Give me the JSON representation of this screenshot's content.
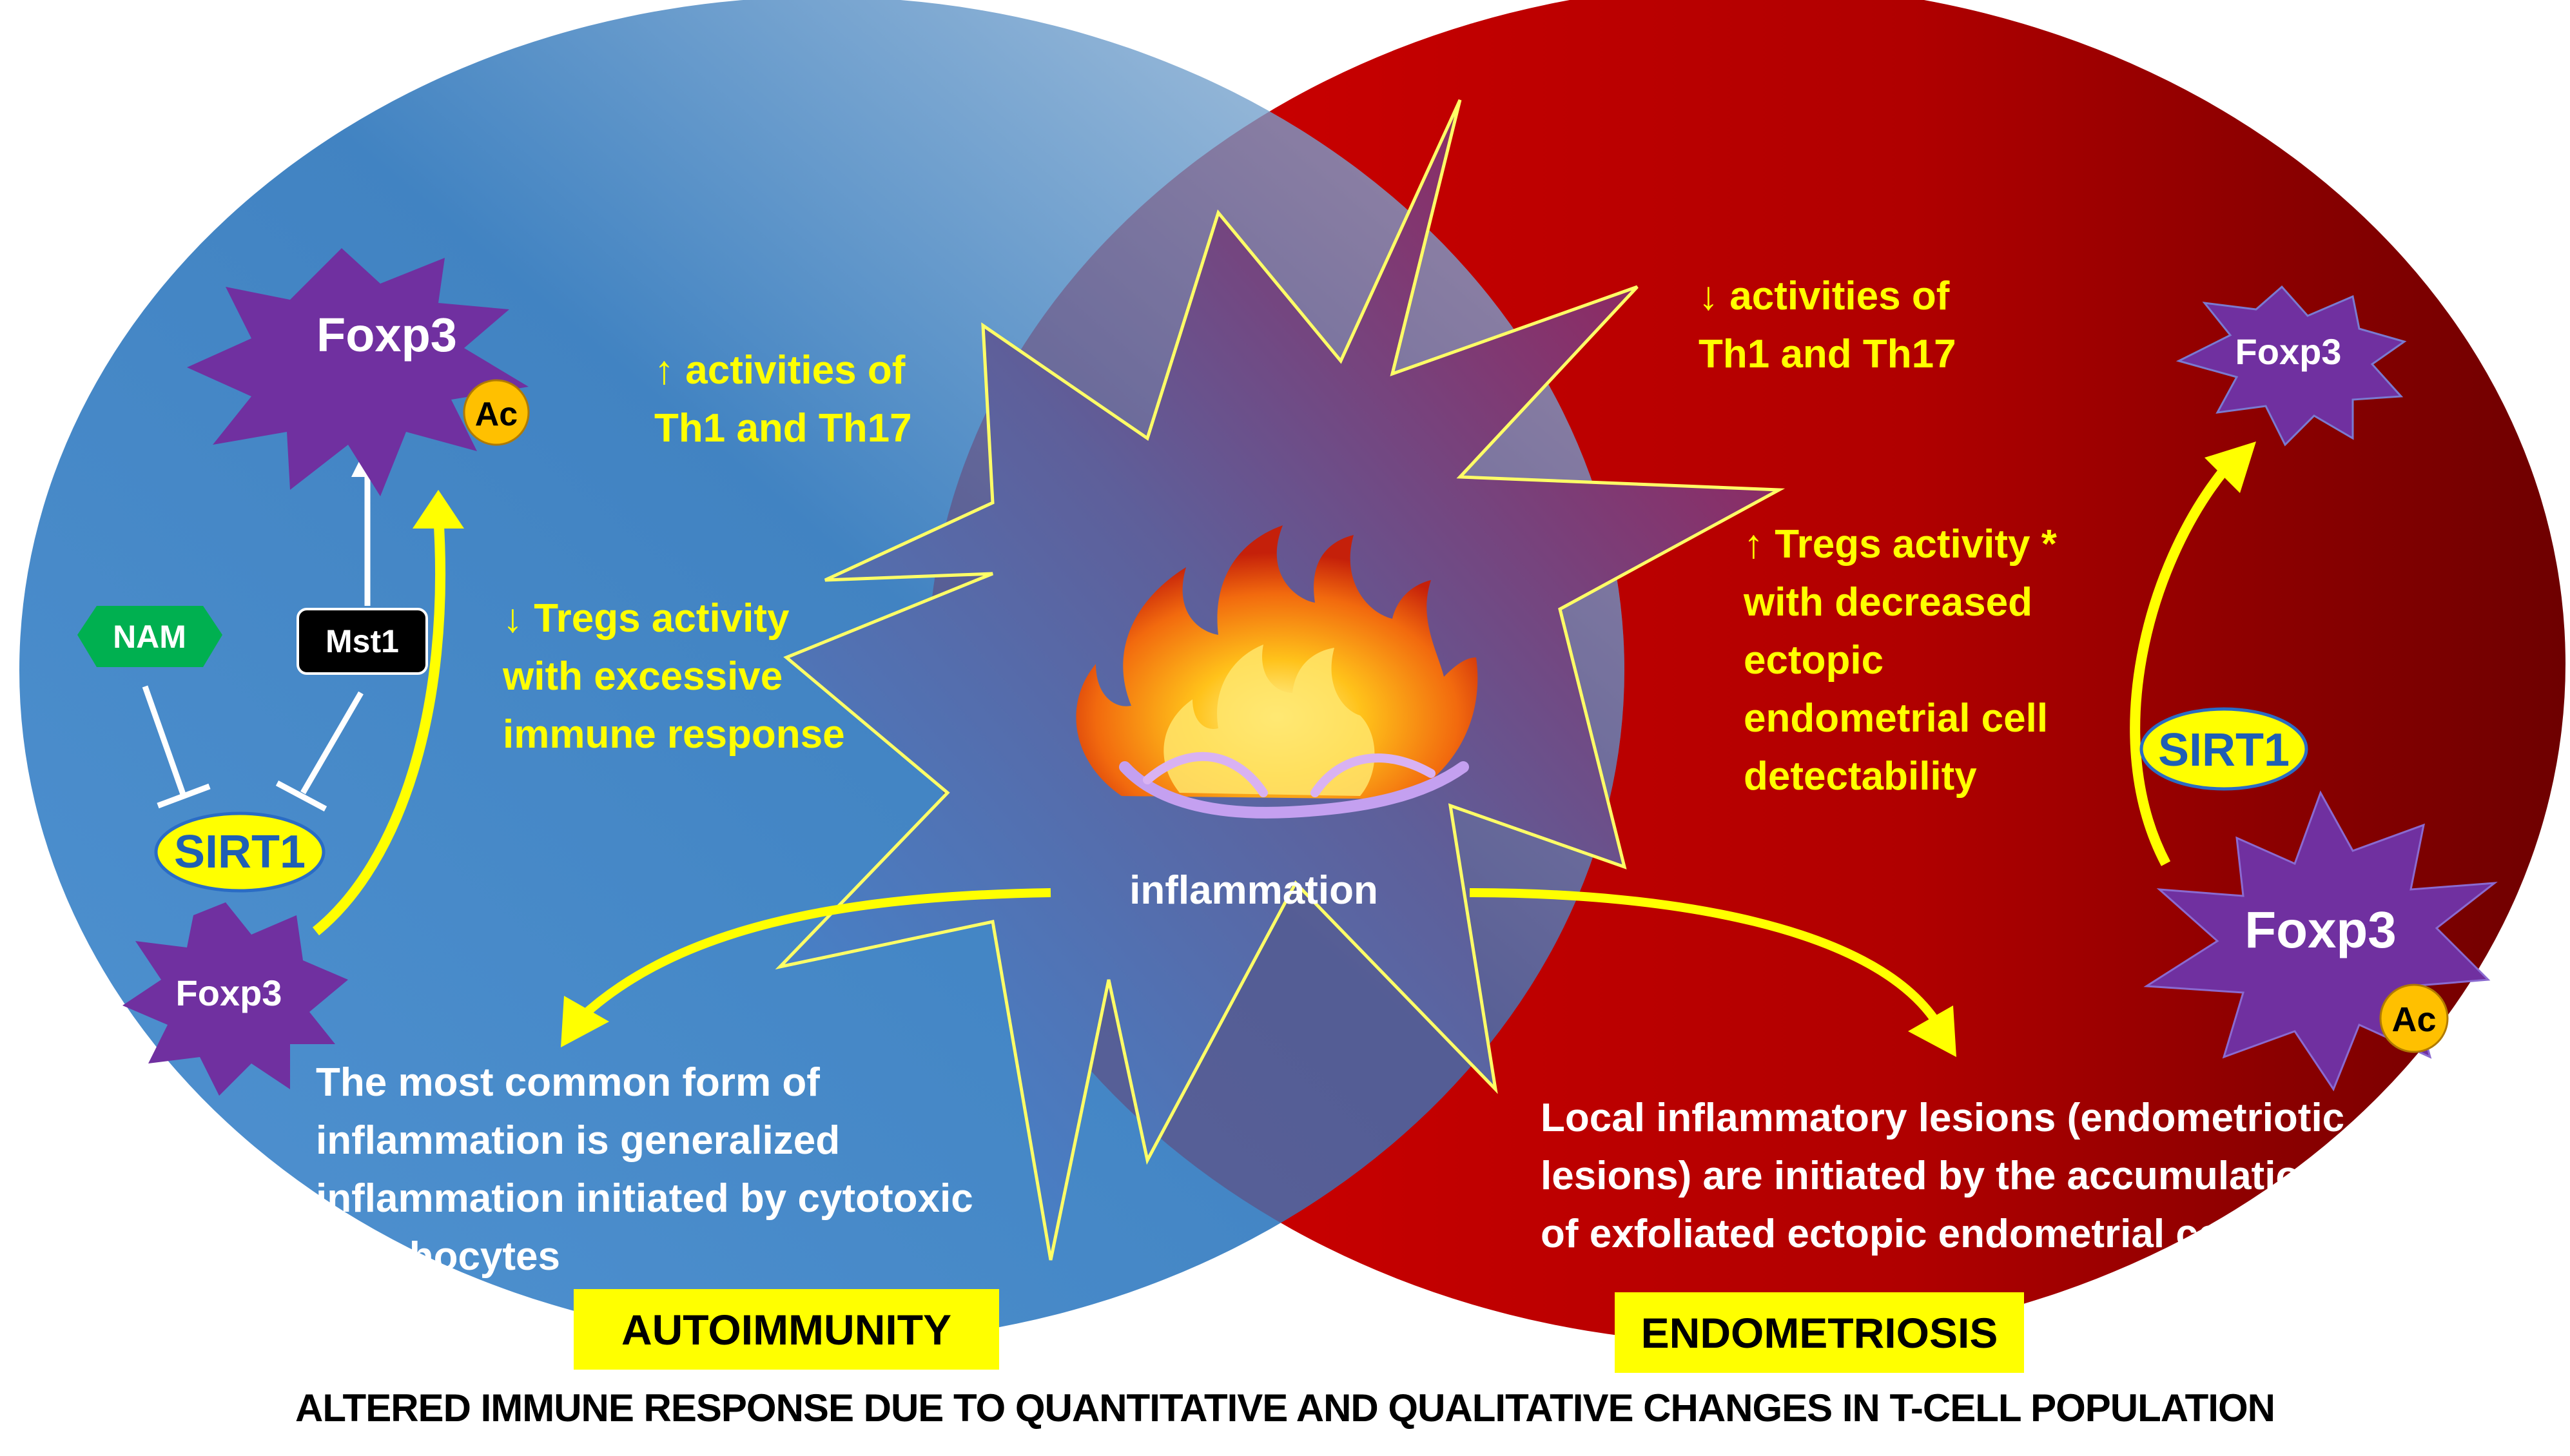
{
  "colors": {
    "autoimmunity_blue": "#3d82c4",
    "endometriosis_red": "#b80000",
    "yellow": "#ffff00",
    "purple": "#7030a0",
    "orange_ac": "#ffc000",
    "nam_green": "#00b050"
  },
  "regions": {
    "autoimmunity": "AUTOIMMUNITY",
    "endometriosis": "ENDOMETRIOSIS"
  },
  "center": {
    "label": "inflammation",
    "icon": "fire-icon"
  },
  "left": {
    "foxp3_top": "Foxp3",
    "ac_badge": "Ac",
    "nam": "NAM",
    "mst1": "Mst1",
    "sirt1": "SIRT1",
    "foxp3_bottom": "Foxp3",
    "th_activity": [
      "↑ activities of",
      "Th1 and Th17"
    ],
    "tregs": [
      "↓ Tregs activity",
      "with excessive",
      "immune response"
    ],
    "description": [
      "The most common form of",
      "inflammation is generalized",
      "inflammation initiated by cytotoxic",
      "lymphocytes"
    ]
  },
  "right": {
    "foxp3_top": "Foxp3",
    "sirt1": "SIRT1",
    "foxp3_bottom": "Foxp3",
    "ac_badge": "Ac",
    "th_activity": [
      "↓ activities of",
      "Th1 and Th17"
    ],
    "tregs": [
      "↑ Tregs activity *",
      "with decreased",
      "ectopic",
      "endometrial cell",
      "detectability"
    ],
    "description": [
      "Local inflammatory lesions (endometriotic",
      "lesions) are initiated by the accumulation",
      "of exfoliated ectopic endometrial cells"
    ]
  },
  "footer": "ALTERED IMMUNE RESPONSE DUE TO QUANTITATIVE AND QUALITATIVE CHANGES IN T-CELL POPULATION"
}
